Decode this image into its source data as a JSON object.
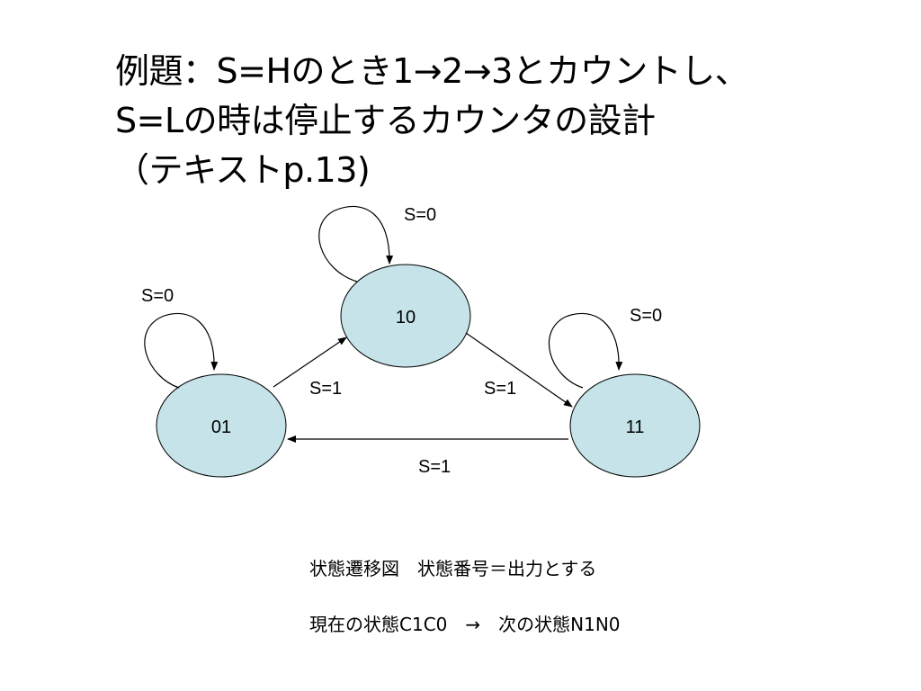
{
  "title": {
    "line1": "例題：S=Hのとき1→2→3とカウントし、",
    "line2": "S=Lの時は停止するカウンタの設計",
    "line3": "（テキストp.13)"
  },
  "diagram": {
    "state_fill": "#c5e3e8",
    "states": {
      "s10": "10",
      "s01": "01",
      "s11": "11"
    },
    "edge_labels": {
      "self_10": "S=0",
      "self_01": "S=0",
      "self_11": "S=0",
      "e01_to_10": "S=1",
      "e10_to_11": "S=1",
      "e11_to_01": "S=1"
    }
  },
  "captions": {
    "line1": "状態遷移図　状態番号＝出力とする",
    "line2": "現在の状態C1C0　→　次の状態N1N0"
  }
}
